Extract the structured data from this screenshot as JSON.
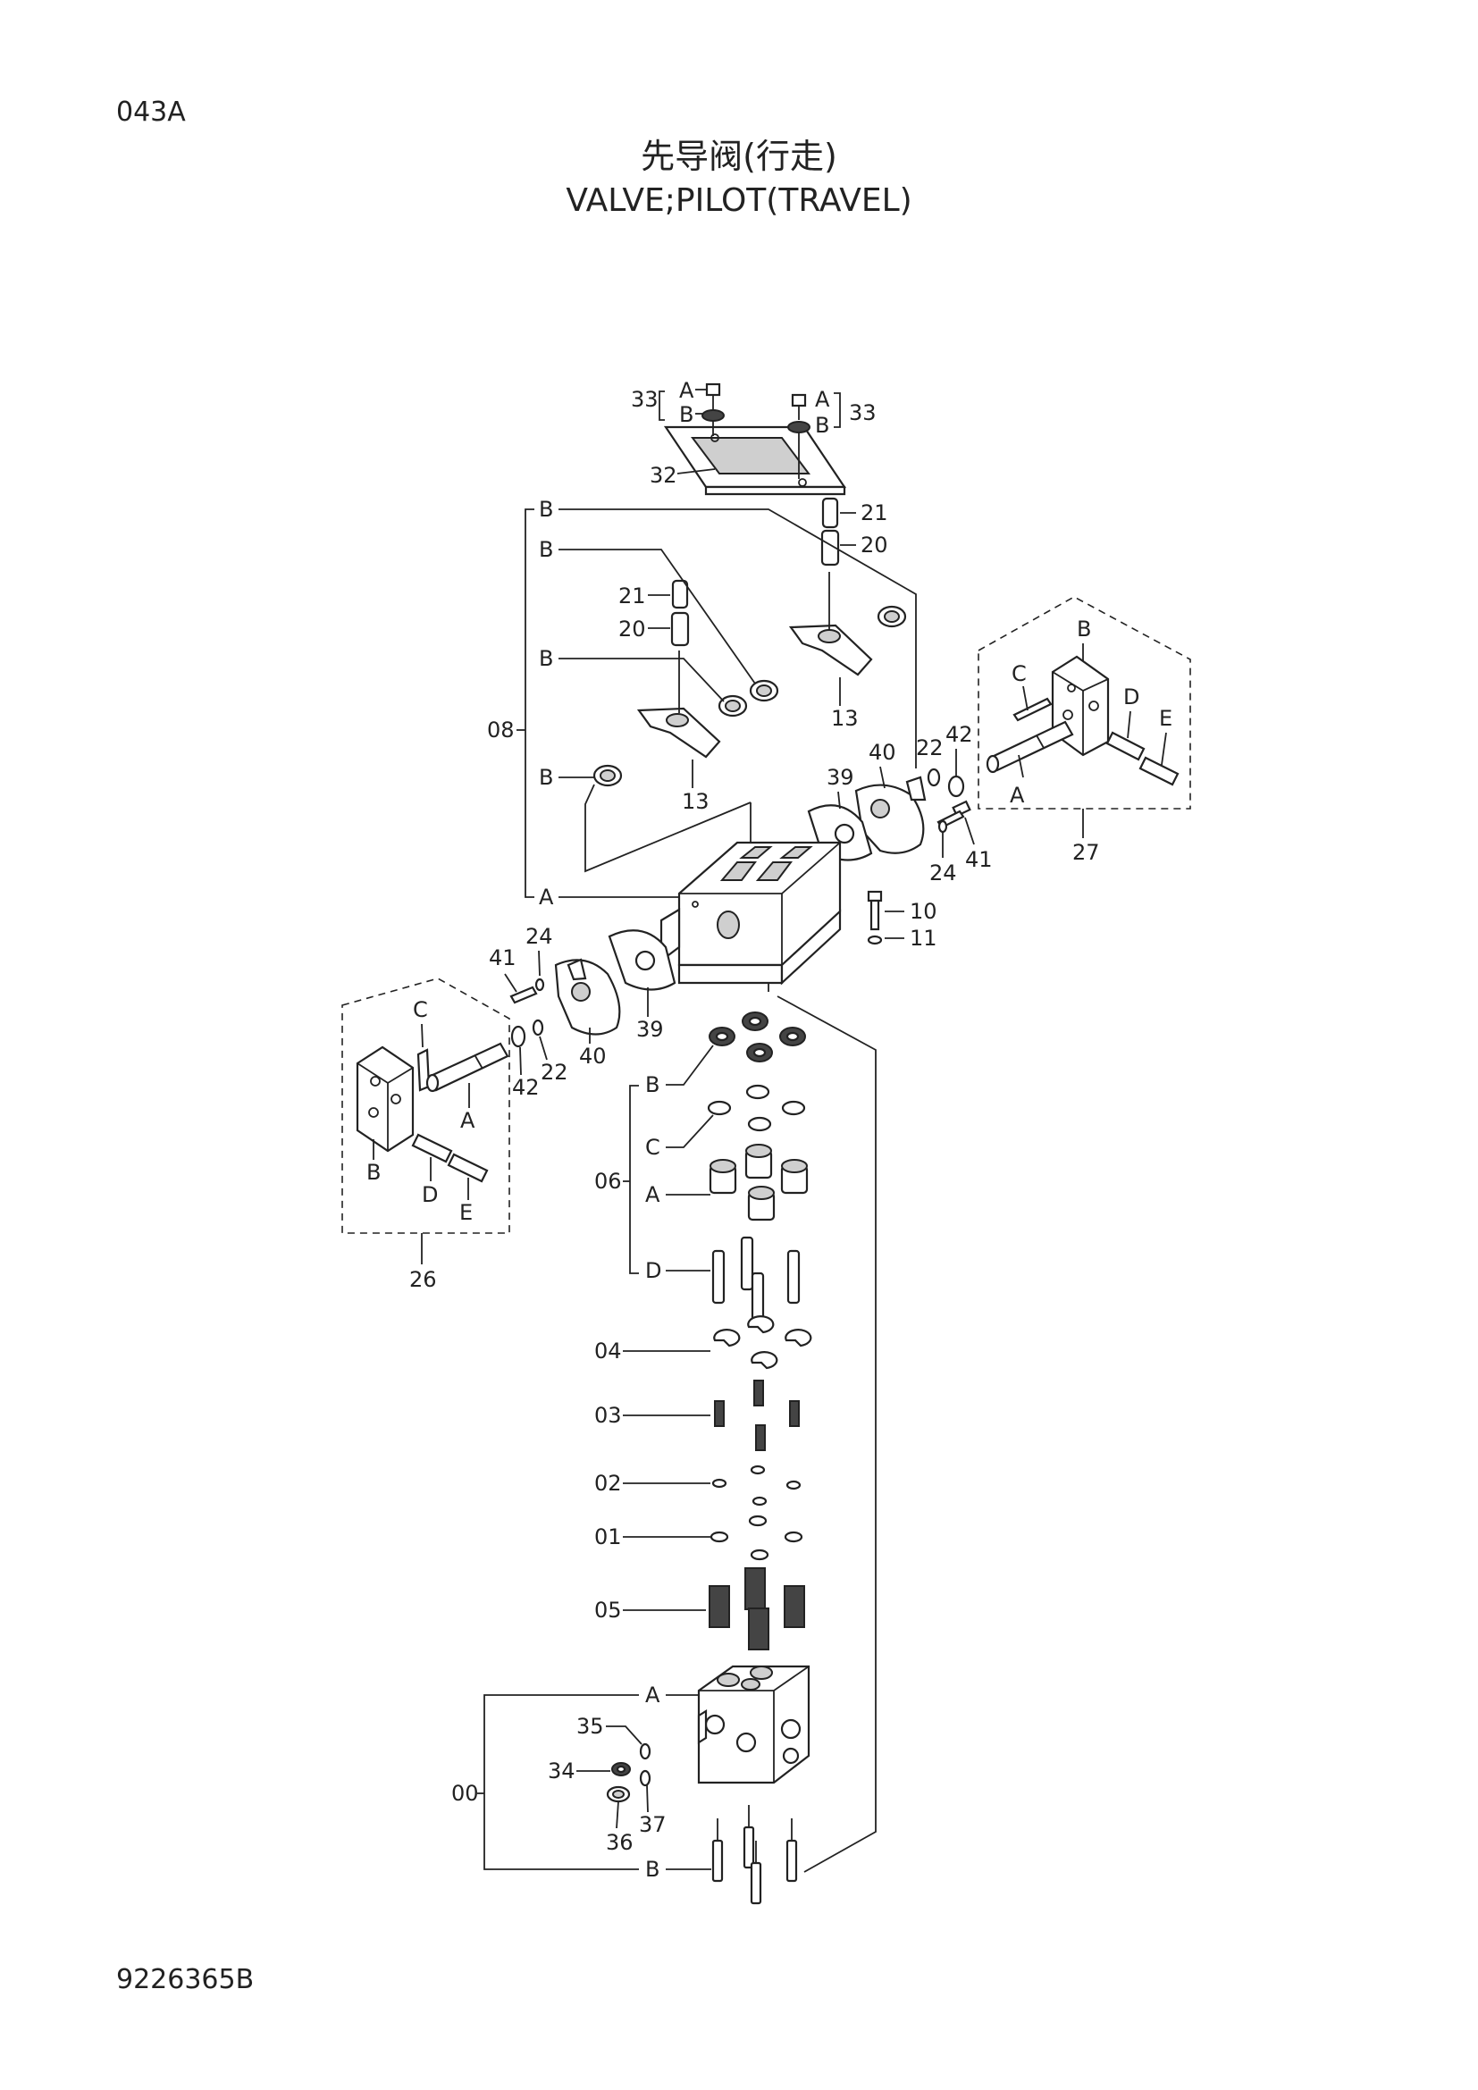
{
  "header": {
    "page_code": "043A",
    "title_cn": "先导阀(行走)",
    "title_en": "VALVE;PILOT(TRAVEL)"
  },
  "footer": {
    "doc_number": "9226365B"
  },
  "labels": {
    "p33": "33",
    "pA": "A",
    "pB": "B",
    "p32": "32",
    "p21": "21",
    "p20": "20",
    "p13": "13",
    "p08": "08",
    "p27": "27",
    "p26": "26",
    "pC": "C",
    "pD": "D",
    "pE": "E",
    "p22": "22",
    "p42": "42",
    "p40": "40",
    "p39": "39",
    "p24": "24",
    "p41": "41",
    "p10": "10",
    "p11": "11",
    "p06": "06",
    "p04": "04",
    "p03": "03",
    "p02": "02",
    "p01": "01",
    "p05": "05",
    "p00": "00",
    "p35": "35",
    "p34": "34",
    "p36": "36",
    "p37": "37"
  },
  "icons": {
    "diagram": "exploded-parts-view"
  }
}
